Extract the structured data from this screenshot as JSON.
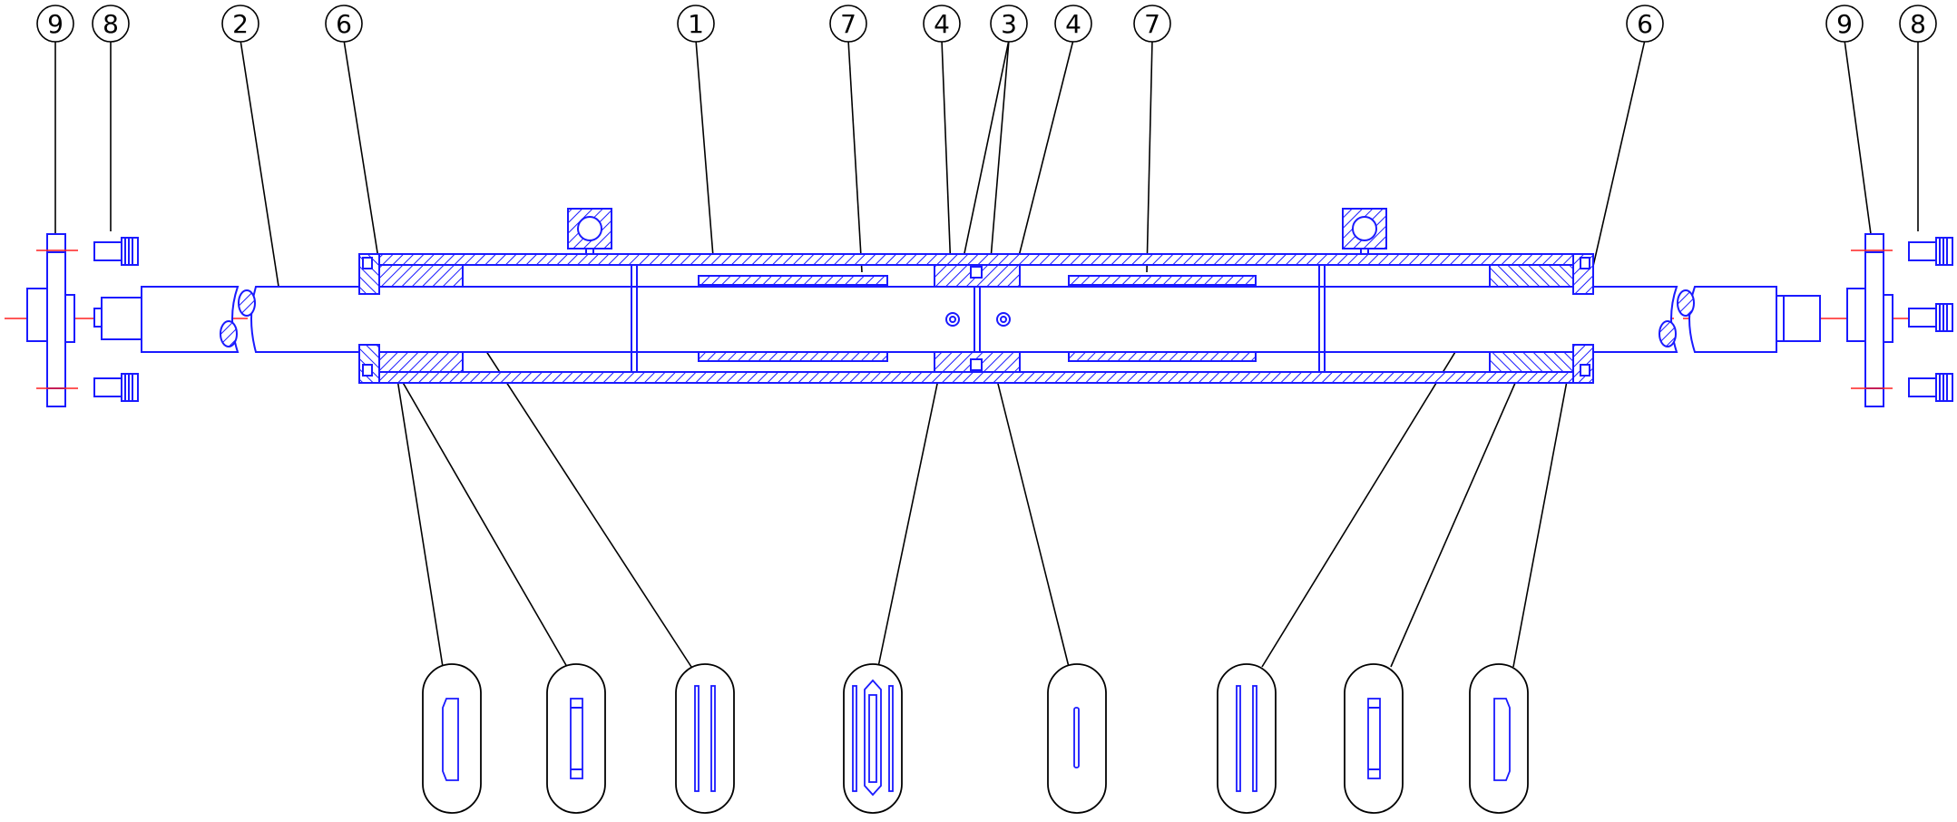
{
  "drawing": {
    "type": "mechanical assembly drawing",
    "line_colors": {
      "part": "#1a1aff",
      "centerline": "#ff2020",
      "annotation": "#000000"
    }
  },
  "balloons": [
    {
      "id": "b-9-left",
      "label": "9"
    },
    {
      "id": "b-8-left",
      "label": "8"
    },
    {
      "id": "b-2",
      "label": "2"
    },
    {
      "id": "b-6-left",
      "label": "6"
    },
    {
      "id": "b-1",
      "label": "1"
    },
    {
      "id": "b-7-left",
      "label": "7"
    },
    {
      "id": "b-4-left",
      "label": "4"
    },
    {
      "id": "b-3",
      "label": "3"
    },
    {
      "id": "b-4-right",
      "label": "4"
    },
    {
      "id": "b-7-right",
      "label": "7"
    },
    {
      "id": "b-6-right",
      "label": "6"
    },
    {
      "id": "b-9-right",
      "label": "9"
    },
    {
      "id": "b-8-right",
      "label": "8"
    }
  ],
  "section_details": [
    {
      "id": "sec-1",
      "profile": "chamfered-ring"
    },
    {
      "id": "sec-2",
      "profile": "rect-ring"
    },
    {
      "id": "sec-3",
      "profile": "double-strip"
    },
    {
      "id": "sec-4",
      "profile": "seal-pair"
    },
    {
      "id": "sec-5",
      "profile": "thin-pin"
    },
    {
      "id": "sec-6",
      "profile": "double-strip"
    },
    {
      "id": "sec-7",
      "profile": "rect-ring"
    },
    {
      "id": "sec-8",
      "profile": "chamfered-ring"
    }
  ]
}
